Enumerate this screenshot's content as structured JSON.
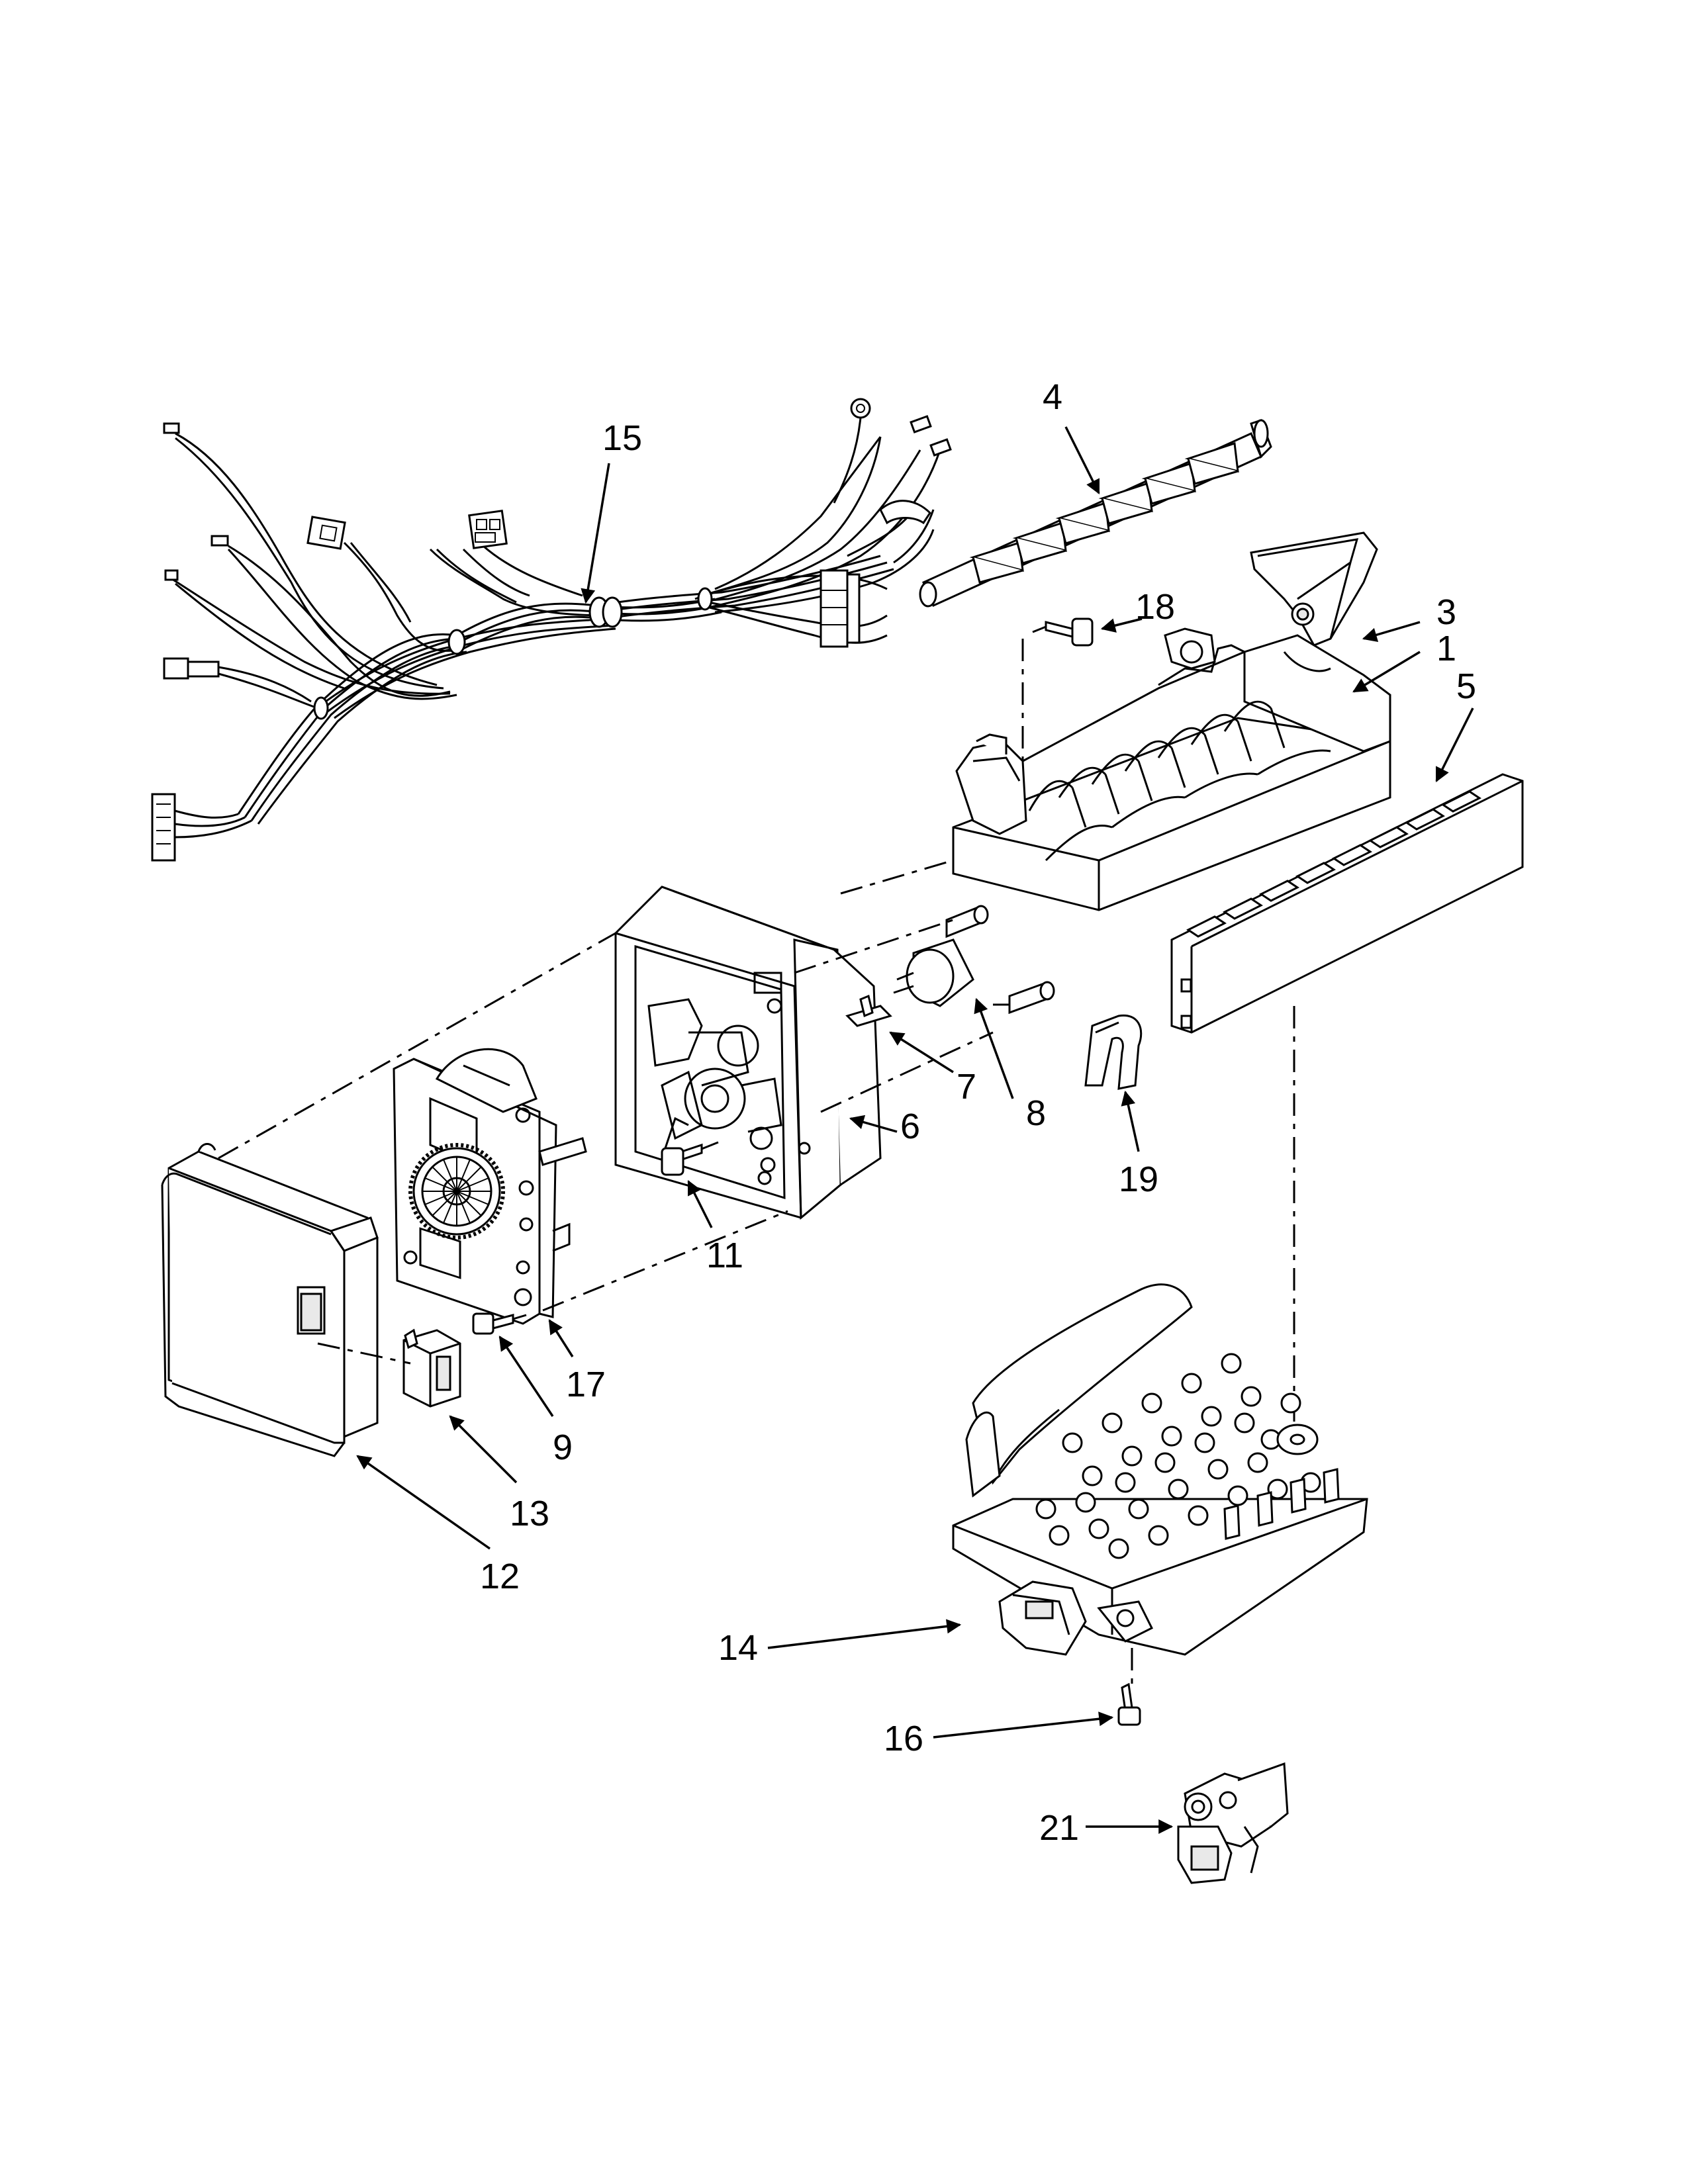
{
  "colors": {
    "line": "#000000",
    "background": "#ffffff",
    "shade": "#e9e9e9"
  },
  "callouts": [
    {
      "id": "1",
      "text": "1"
    },
    {
      "id": "3",
      "text": "3"
    },
    {
      "id": "4",
      "text": "4"
    },
    {
      "id": "5",
      "text": "5"
    },
    {
      "id": "6",
      "text": "6"
    },
    {
      "id": "7",
      "text": "7"
    },
    {
      "id": "8",
      "text": "8"
    },
    {
      "id": "9",
      "text": "9"
    },
    {
      "id": "11",
      "text": "11"
    },
    {
      "id": "12",
      "text": "12"
    },
    {
      "id": "13",
      "text": "13"
    },
    {
      "id": "14",
      "text": "14"
    },
    {
      "id": "15",
      "text": "15"
    },
    {
      "id": "16",
      "text": "16"
    },
    {
      "id": "17",
      "text": "17"
    },
    {
      "id": "18",
      "text": "18"
    },
    {
      "id": "19",
      "text": "19"
    },
    {
      "id": "21",
      "text": "21"
    }
  ]
}
